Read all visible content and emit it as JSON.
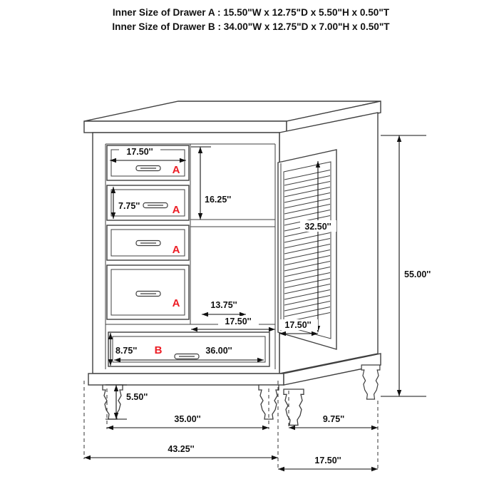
{
  "header": {
    "line1": "Inner Size of Drawer A : 15.50\"W x 12.75\"D x 5.50\"H x 0.50\"T",
    "line2": "Inner Size of Drawer B : 34.00\"W x 12.75\"D x 7.00\"H x 0.50\"T"
  },
  "labels": {
    "a1": "A",
    "a2": "A",
    "a3": "A",
    "a4": "A",
    "b": "B"
  },
  "dimensions": {
    "drawer_a_width": "17.50''",
    "drawer_a2_height": "7.75''",
    "upper_section_height": "16.25''",
    "door_opening_height": "32.50''",
    "overall_height": "55.00''",
    "shelf_depth": "13.75''",
    "opening_width": "17.50''",
    "door_width": "17.50''",
    "drawer_b_height": "8.75''",
    "drawer_b_width": "36.00''",
    "foot_height": "5.50''",
    "front_feet_span": "35.00''",
    "side_feet_span": "9.75''",
    "overall_width": "43.25''",
    "overall_depth": "17.50''"
  },
  "colors": {
    "accent_red": "#ed1c24",
    "line_gray": "#3f3f3f",
    "dimension_black": "#111111"
  }
}
